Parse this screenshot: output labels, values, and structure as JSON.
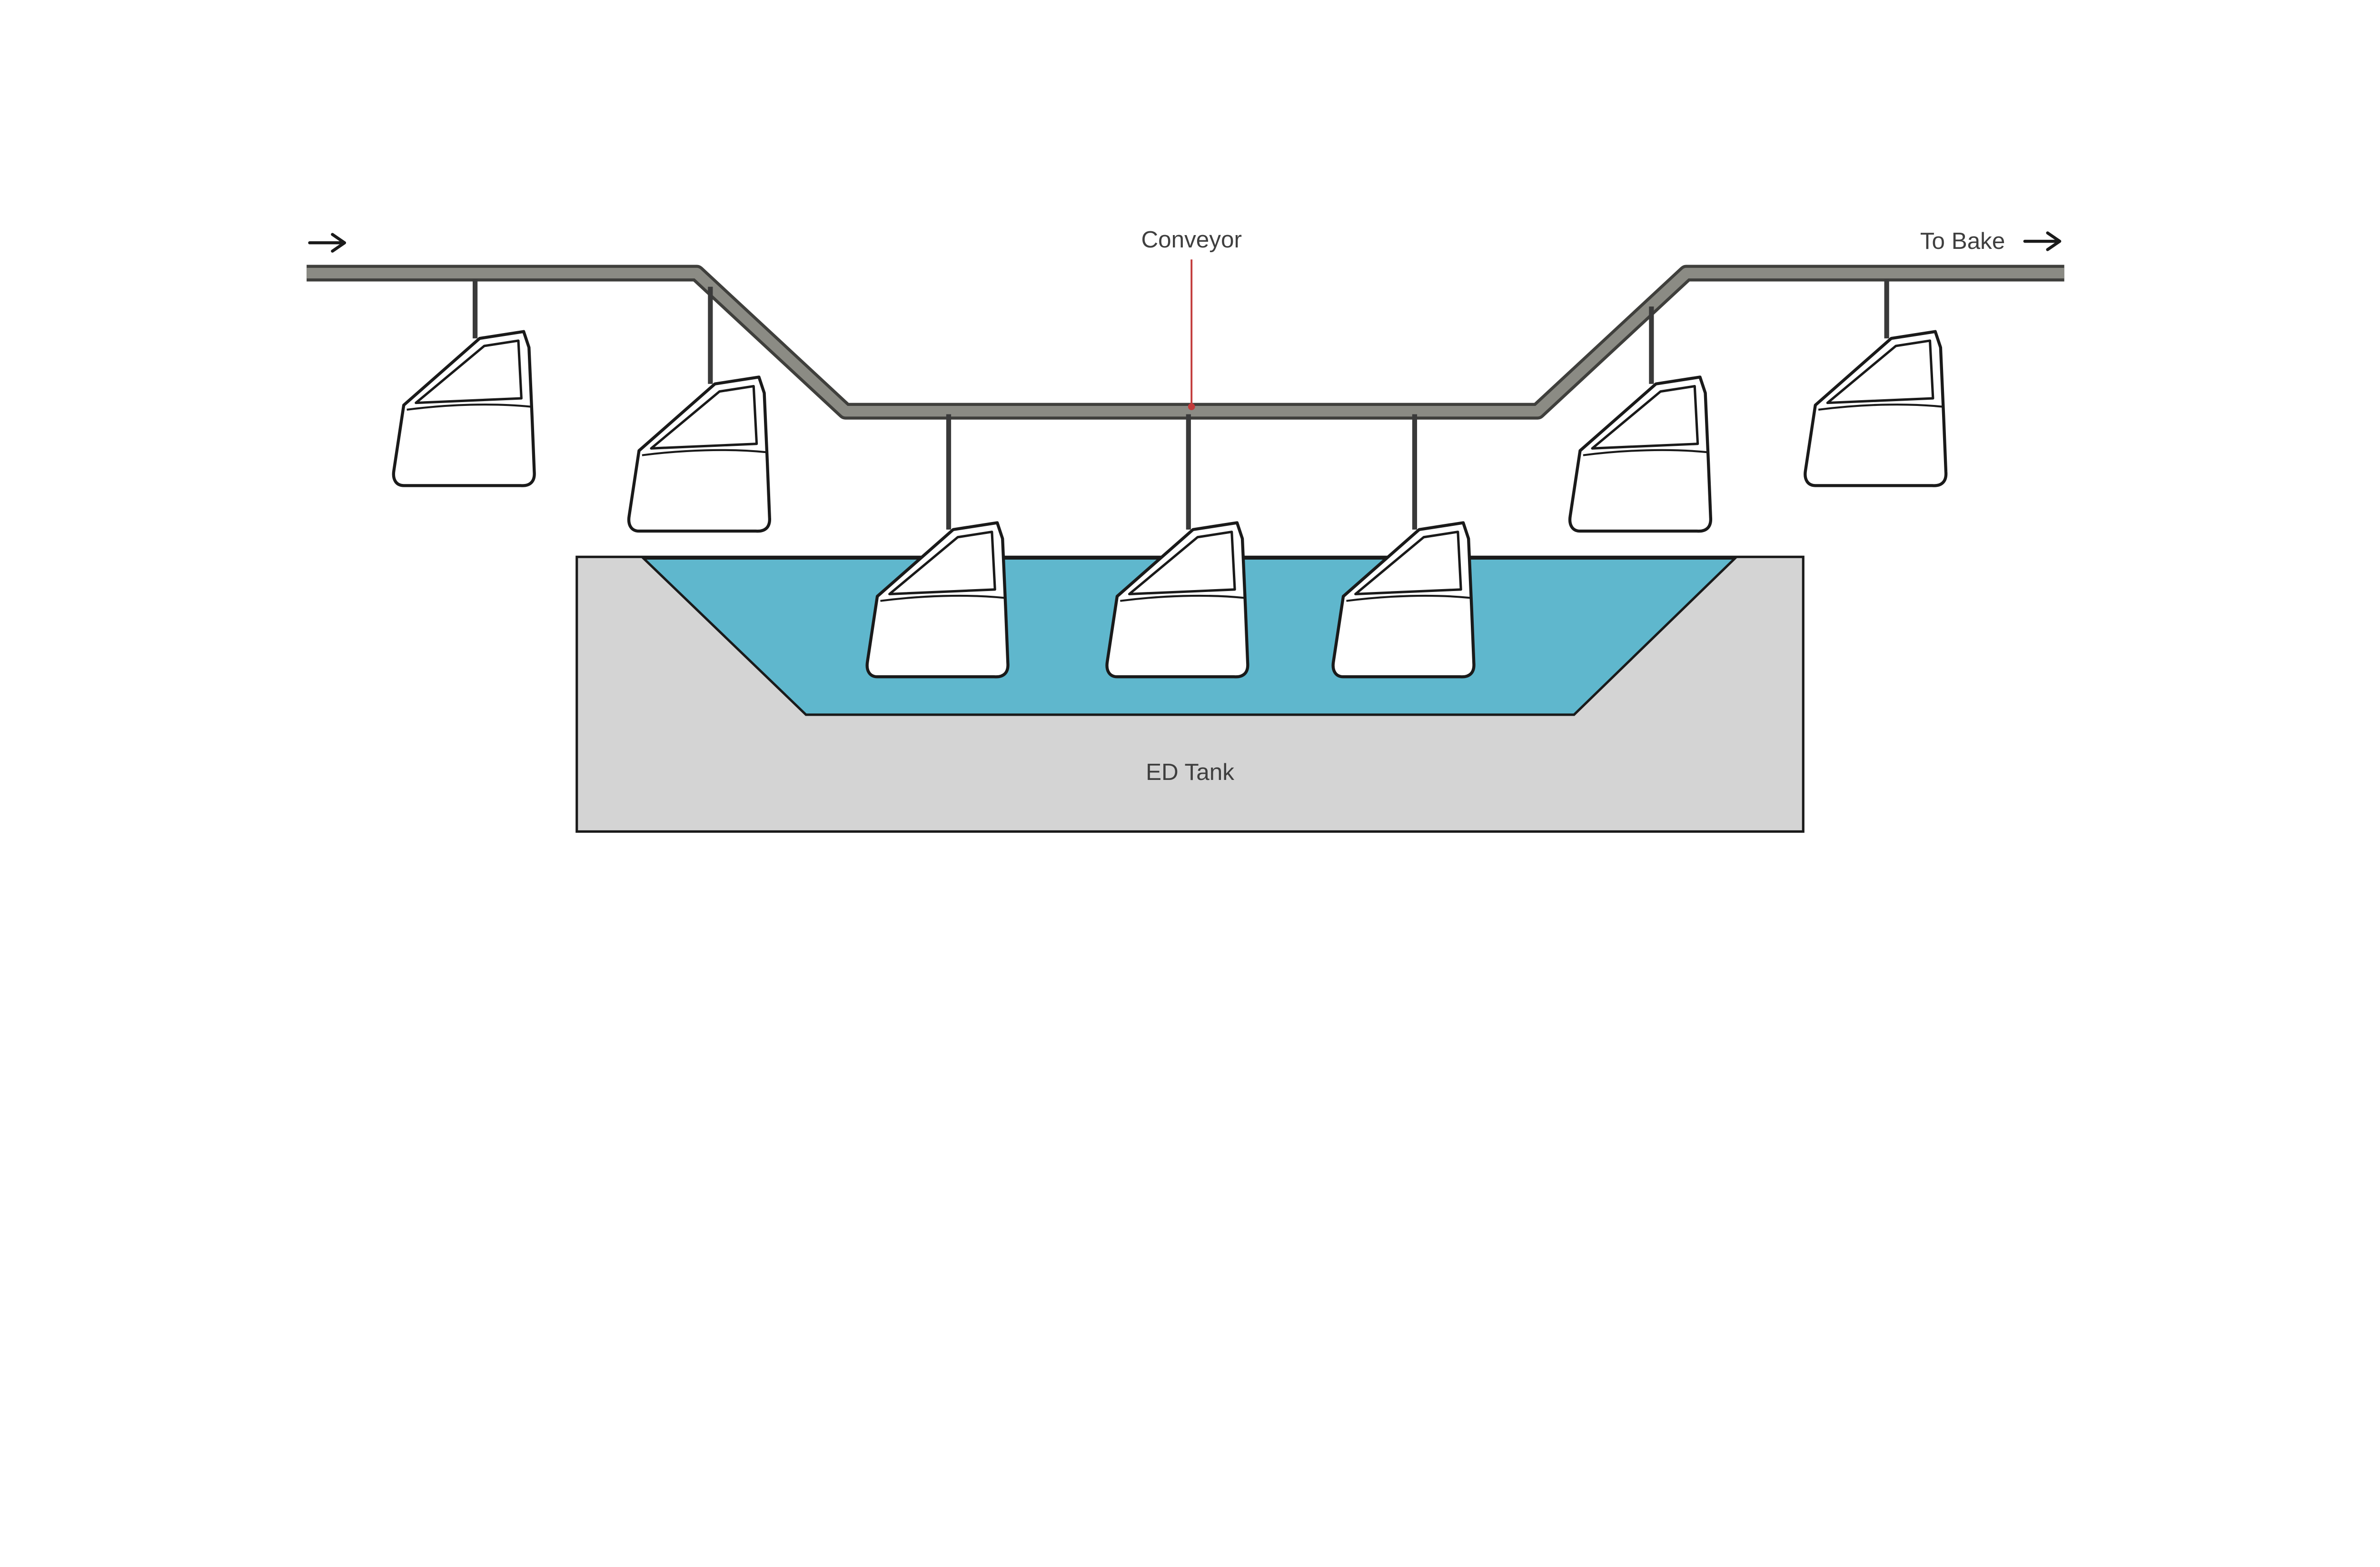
{
  "diagram": {
    "labels": {
      "conveyor": "Conveyor",
      "to_bake": "To Bake",
      "ed_tank": "ED Tank"
    },
    "colors": {
      "conveyor_band": "#8b8b84",
      "conveyor_outline": "#3f3f3c",
      "hanger": "#3a3a3a",
      "tank_body": "#d4d4d4",
      "liquid": "#5fb7cd",
      "outline": "#1a1a1a",
      "leader_line": "#c23b3b",
      "text": "#3f3f3f",
      "background": "#ffffff"
    },
    "door_count": 7,
    "submerged_door_count": 3
  }
}
